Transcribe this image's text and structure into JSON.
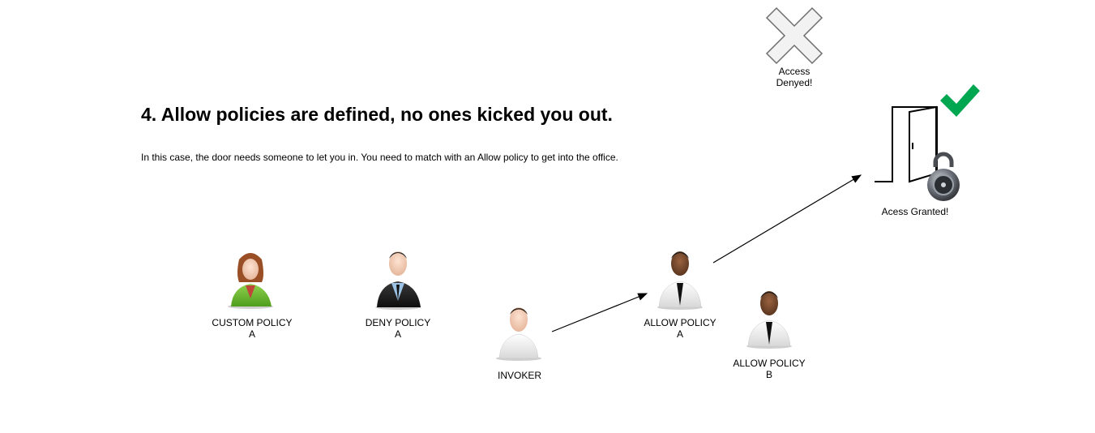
{
  "heading": "4. Allow policies are defined, no ones kicked you out.",
  "description": "In this case, the door needs someone to let you in. You need to match with an Allow policy to get into the office.",
  "access_denied": {
    "line1": "Access",
    "line2": "Denyed!",
    "icon": "x-cross-icon"
  },
  "access_granted": {
    "label": "Acess Granted!",
    "icon": "open-door-icon",
    "check_color": "#00a650"
  },
  "actors": {
    "custom_policy_a": {
      "line1": "CUSTOM POLICY",
      "line2": "A",
      "icon": "woman-green-suit-icon"
    },
    "deny_policy_a": {
      "line1": "DENY POLICY",
      "line2": "A",
      "icon": "man-black-suit-icon"
    },
    "invoker": {
      "line1": "INVOKER",
      "icon": "man-tshirt-icon"
    },
    "allow_policy_a": {
      "line1": "ALLOW POLICY",
      "line2": "A",
      "icon": "man-white-shirt-icon"
    },
    "allow_policy_b": {
      "line1": "ALLOW POLICY",
      "line2": "B",
      "icon": "man-white-shirt-icon"
    }
  }
}
